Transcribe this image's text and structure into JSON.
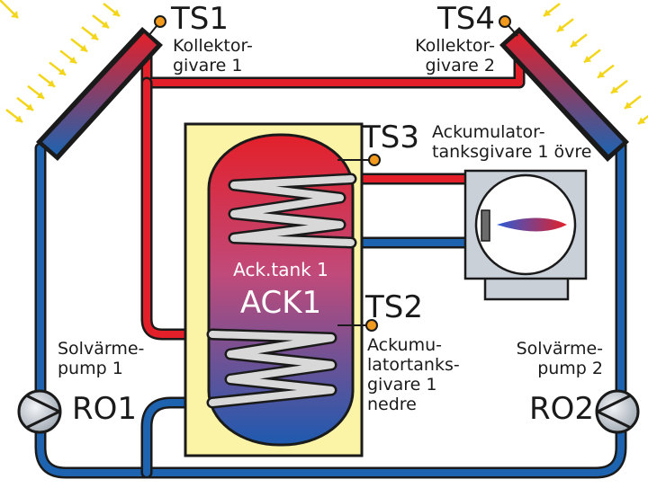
{
  "colors": {
    "hot": "#e3202a",
    "cold": "#1e63b0",
    "outline": "#1a1a1a",
    "tank_jacket": "#fbf3a6",
    "sensor": "#f29a1e",
    "sun_arrow": "#f3d51a",
    "heater_case": "#c9d0d8"
  },
  "sensors": {
    "ts1": {
      "id": "TS1",
      "label": "Kollektor-\ngivare 1"
    },
    "ts4": {
      "id": "TS4",
      "label": "Kollektor-\ngivare 2"
    },
    "ts3": {
      "id": "TS3",
      "label": "Ackumulator-\ntanksgivare 1 övre"
    },
    "ts2": {
      "id": "TS2",
      "label": "Ackumu-\nlatortanks-\ngivare 1\nnedre"
    }
  },
  "tank": {
    "name": "Ack.tank 1",
    "id": "ACK1"
  },
  "pumps": {
    "ro1": {
      "id": "RO1",
      "label": "Solvärme-\npump 1"
    },
    "ro2": {
      "id": "RO2",
      "label": "Solvärme-\npump 2"
    }
  },
  "icons": {
    "collector_left": "solar-collector-icon",
    "collector_right": "solar-collector-icon",
    "heater": "burner-heater-icon",
    "pump": "circulation-pump-icon",
    "sensor": "temperature-sensor-icon"
  }
}
